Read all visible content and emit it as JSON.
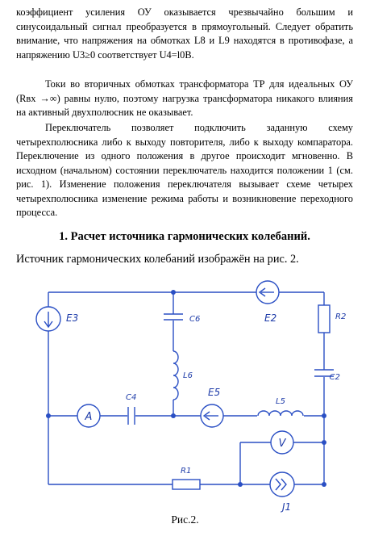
{
  "paragraphs": {
    "p1": "коэффициент усиления ОУ оказывается чрезвычайно большим и синусоидальный сигнал преобразуется в прямоугольный. Следует обратить внимание, что напряжения на обмотках L8 и L9 находятся в противофазе, а напряжению U3≥0 соответствует U4=l0B.",
    "p2": "Токи во вторичных обмотках трансформатора ТР для идеальных ОУ (Rвх →∞) равны нулю, поэтому нагрузка трансформатора никакого влияния на активный двухполюсник не оказывает.",
    "p3": "Переключатель позволяет подключить заданную схему четырехполюсника либо к выходу повторителя, либо к выходу компаратора. Переключение из одного положения в другое происходит мгновенно. В исходном (начальном) состоянии переключатель находится положении 1 (см. рис. 1). Изменение положения переключателя вызывает схеме четырех четырехполюсника изменение режима работы и возникновение переходного процесса."
  },
  "heading": "1. Расчет источника гармонических колебаний.",
  "intro": "Источник гармонических колебаний изображён на рис. 2.",
  "circuit": {
    "labels": {
      "E3": "E3",
      "C6": "C6",
      "E2": "E2",
      "R2": "R2",
      "L6": "L6",
      "C2": "C2",
      "E5": "E5",
      "C4": "C4",
      "L5": "L5",
      "A": "A",
      "V": "V",
      "R1": "R1",
      "J1": "J1"
    }
  },
  "caption": "Рис.2.",
  "colors": {
    "wire": "#2a4fc4",
    "label": "#1c3aa8"
  }
}
